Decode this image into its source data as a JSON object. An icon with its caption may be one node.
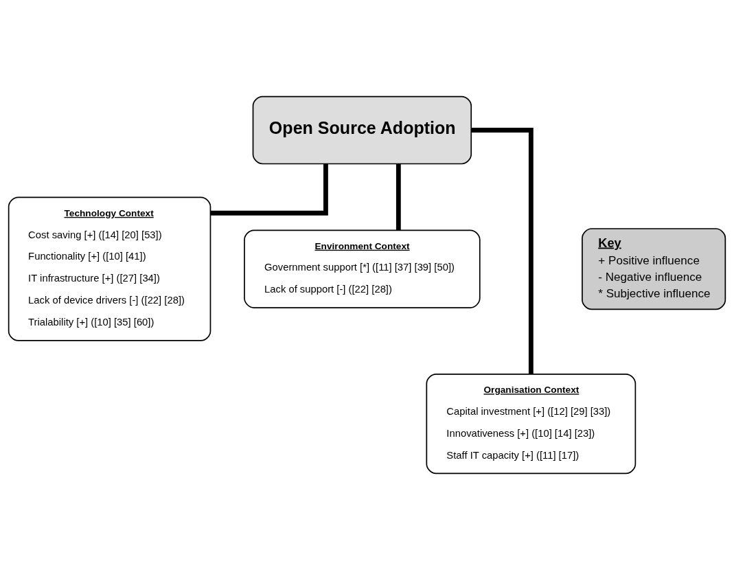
{
  "diagram": {
    "nodes": [
      {
        "text": [
          "Open Source Adoption"
        ]
      },
      {
        "text": [
          "Technology Context",
          "Cost saving [+] ([14] [20] [53])",
          "Functionality [+] ([10] [41])",
          "IT infrastructure [+] ([27] [34])",
          "Lack of device drivers [-] ([22] [28])",
          "Trialability [+] ([10] [35] [60])"
        ]
      },
      {
        "text": [
          "Key",
          "+ Positive influence",
          "- Negative influence",
          "* Subjective influence"
        ]
      },
      {
        "text": [
          "Environment Context",
          "Government support [*] ([11] [37] [39] [50])",
          "Lack of support [-] ([22] [28])"
        ]
      },
      {
        "text": [
          "Organisation Context",
          "Capital investment [+] ([12] [29] [33])",
          "Innovativeness [+] ([10] [14] [23])",
          "Staff IT capacity [+] ([11] [17])"
        ]
      }
    ],
    "edges": [
      {
        "from": 0,
        "to": 1,
        "arrow": "none"
      },
      {
        "from": 0,
        "to": 4,
        "arrow": "none"
      },
      {
        "from": 0,
        "to": 3,
        "arrow": "none"
      }
    ]
  }
}
